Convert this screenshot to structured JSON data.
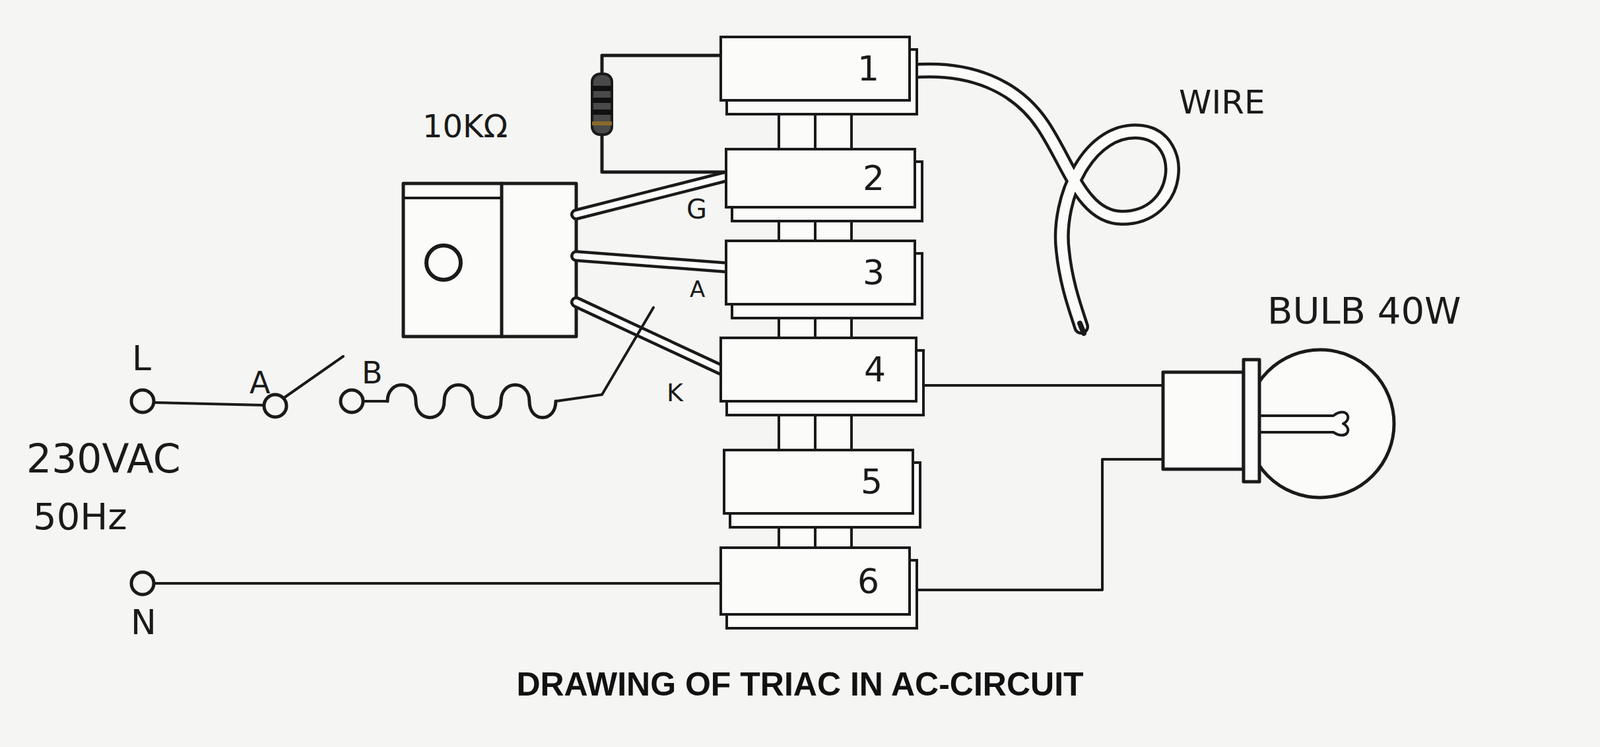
{
  "diagram": {
    "caption": "DRAWING OF TRIAC IN AC-CIRCUIT",
    "nodes": [
      {
        "text": [
          "1"
        ]
      },
      {
        "text": [
          "2"
        ]
      },
      {
        "text": [
          "3"
        ]
      },
      {
        "text": [
          "4"
        ]
      },
      {
        "text": [
          "5"
        ]
      },
      {
        "text": [
          "6"
        ]
      }
    ],
    "edges": [
      {
        "from": 0,
        "to": 1,
        "arrow": "none"
      }
    ],
    "labels": [
      "10KΩ",
      "WIRE",
      "G",
      "A",
      "K",
      "BULB 40W",
      "L",
      "A",
      "B",
      "230VAC",
      "50Hz",
      "N"
    ]
  }
}
